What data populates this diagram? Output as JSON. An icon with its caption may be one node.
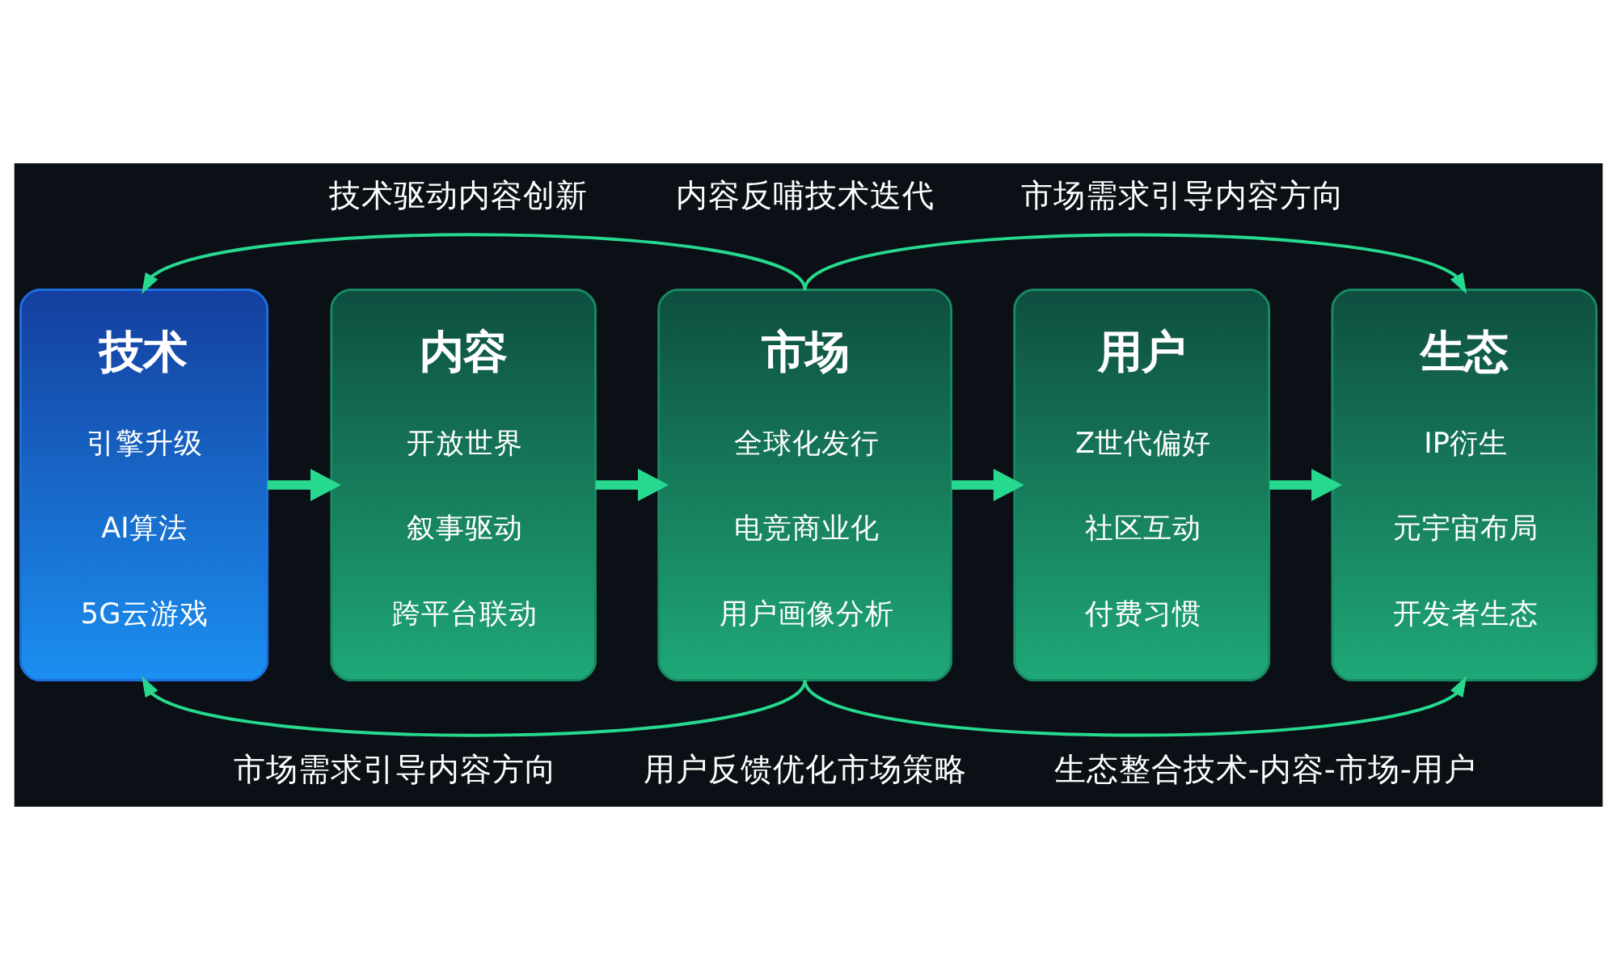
{
  "diagram": {
    "nodes": [
      {
        "text": [
          "技术",
          "引擎升级",
          "AI算法",
          "5G云游戏"
        ]
      },
      {
        "text": [
          "内容",
          "开放世界",
          "叙事驱动",
          "跨平台联动"
        ]
      },
      {
        "text": [
          "市场",
          "全球化发行",
          "电竞商业化",
          "用户画像分析"
        ]
      },
      {
        "text": [
          "用户",
          "Z世代偏好",
          "社区互动",
          "付费习惯"
        ]
      },
      {
        "text": [
          "生态",
          "IP衍生",
          "元宇宙布局",
          "开发者生态"
        ]
      }
    ],
    "edges": [
      {
        "from": 0,
        "to": 1,
        "arrow": "to",
        "style": "thick"
      },
      {
        "from": 1,
        "to": 2,
        "arrow": "to",
        "style": "thick"
      },
      {
        "from": 2,
        "to": 3,
        "arrow": "to",
        "style": "thick"
      },
      {
        "from": 3,
        "to": 4,
        "arrow": "to",
        "style": "thick"
      },
      {
        "from": 2,
        "to": 0,
        "arrow": "to"
      },
      {
        "from": 2,
        "to": 4,
        "arrow": "to"
      },
      {
        "from": 2,
        "to": 0,
        "arrow": "to"
      },
      {
        "from": 2,
        "to": 4,
        "arrow": "to"
      }
    ],
    "labels": [
      "技术驱动内容创新",
      "内容反哺技术迭代",
      "市场需求引导内容方向",
      "市场需求引导内容方向",
      "用户反馈优化市场策略",
      "生态整合技术-内容-市场-用户"
    ]
  }
}
